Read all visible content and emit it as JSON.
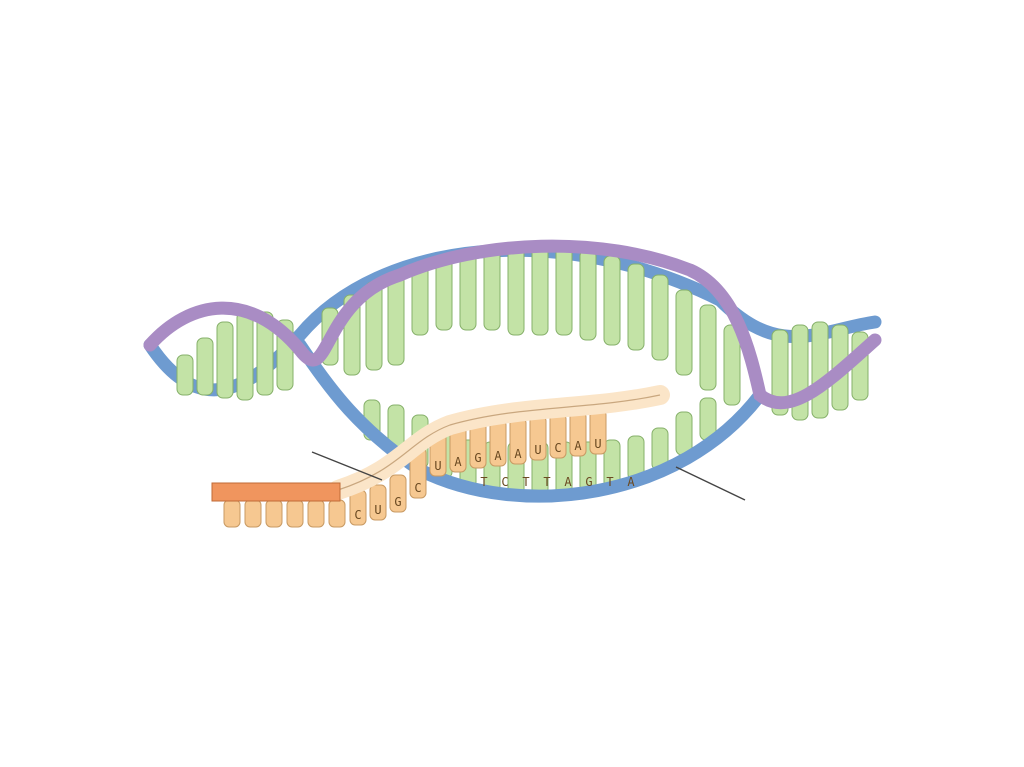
{
  "diagram": {
    "rna_visible_bases": [
      "C",
      "U",
      "G",
      "C",
      "U",
      "A",
      "G",
      "A",
      "A",
      "U",
      "C",
      "A",
      "U"
    ],
    "template_visible_bases": [
      "T",
      "C",
      "T",
      "T",
      "A",
      "G",
      "T",
      "A"
    ],
    "colors": {
      "background": "#ffffff",
      "strand_purple": "#a98cc4",
      "strand_blue": "#6e9bd0",
      "base_green": "#c3e3a6",
      "base_green_stroke": "#86b06a",
      "rna_backbone_old": "#f0955e",
      "rna_backbone_new": "#fbe5c8",
      "rna_base": "#f6c891",
      "pointer_line": "#444444"
    }
  }
}
